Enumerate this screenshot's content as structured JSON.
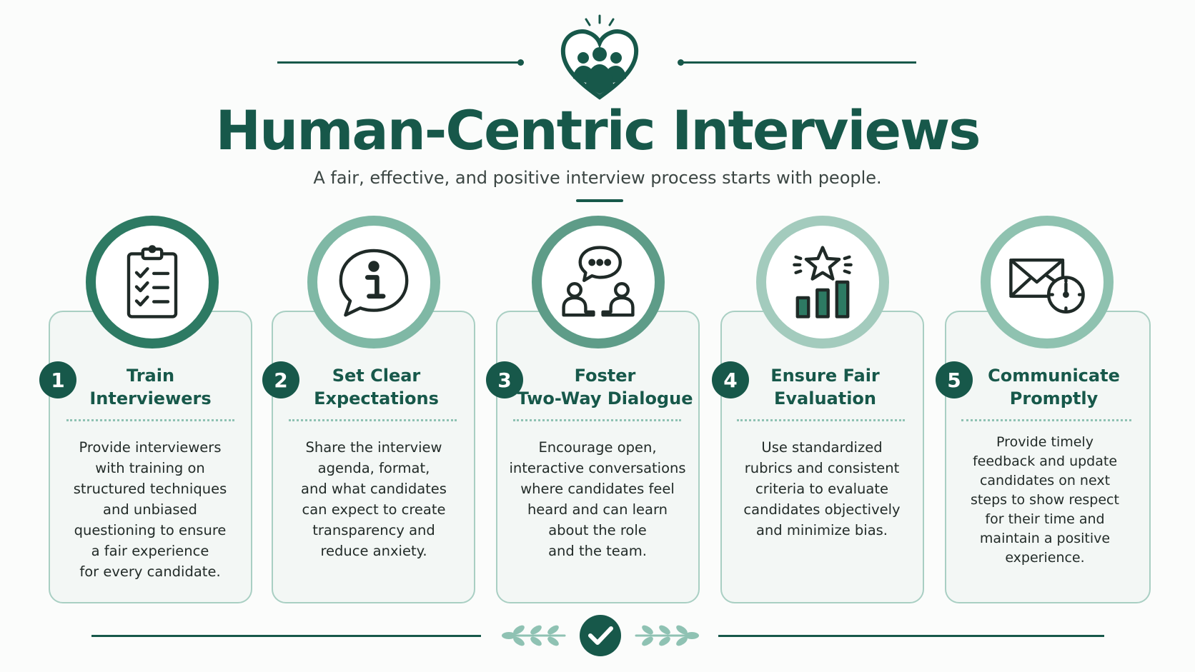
{
  "header": {
    "title": "Human-Centric Interviews",
    "subtitle": "A fair, effective, and positive interview process starts with people."
  },
  "colors": {
    "primary": "#17584a",
    "accent_light": "#a9cfc3",
    "card_bg": "#f3f7f5"
  },
  "steps": [
    {
      "number": "1",
      "title_lines": [
        "Train",
        "Interviewers"
      ],
      "body_lines": [
        "Provide interviewers",
        "with training on",
        "structured techniques",
        "and unbiased",
        "questioning to ensure",
        "a fair experience",
        "for every candidate."
      ],
      "icon": "clipboard-checklist-icon"
    },
    {
      "number": "2",
      "title_lines": [
        "Set Clear",
        "Expectations"
      ],
      "body_lines": [
        "Share the interview",
        "agenda, format,",
        "and what candidates",
        "can expect to create",
        "transparency and",
        "reduce anxiety."
      ],
      "icon": "info-speech-bubble-icon"
    },
    {
      "number": "3",
      "title_lines": [
        "Foster",
        "Two-Way Dialogue"
      ],
      "body_lines": [
        "Encourage open,",
        "interactive conversations",
        "where candidates feel",
        "heard and can learn",
        "about the role",
        "and the team."
      ],
      "icon": "two-people-conversation-icon"
    },
    {
      "number": "4",
      "title_lines": [
        "Ensure Fair",
        "Evaluation"
      ],
      "body_lines": [
        "Use standardized",
        "rubrics and consistent",
        "criteria to evaluate",
        "candidates objectively",
        "and minimize bias."
      ],
      "icon": "star-bar-chart-icon"
    },
    {
      "number": "5",
      "title_lines": [
        "Communicate",
        "Promptly"
      ],
      "body_lines": [
        "Provide timely",
        "feedback and update",
        "candidates on next",
        "steps to show respect",
        "for their time and",
        "maintain a positive",
        "experience."
      ],
      "icon": "envelope-clock-icon"
    }
  ]
}
